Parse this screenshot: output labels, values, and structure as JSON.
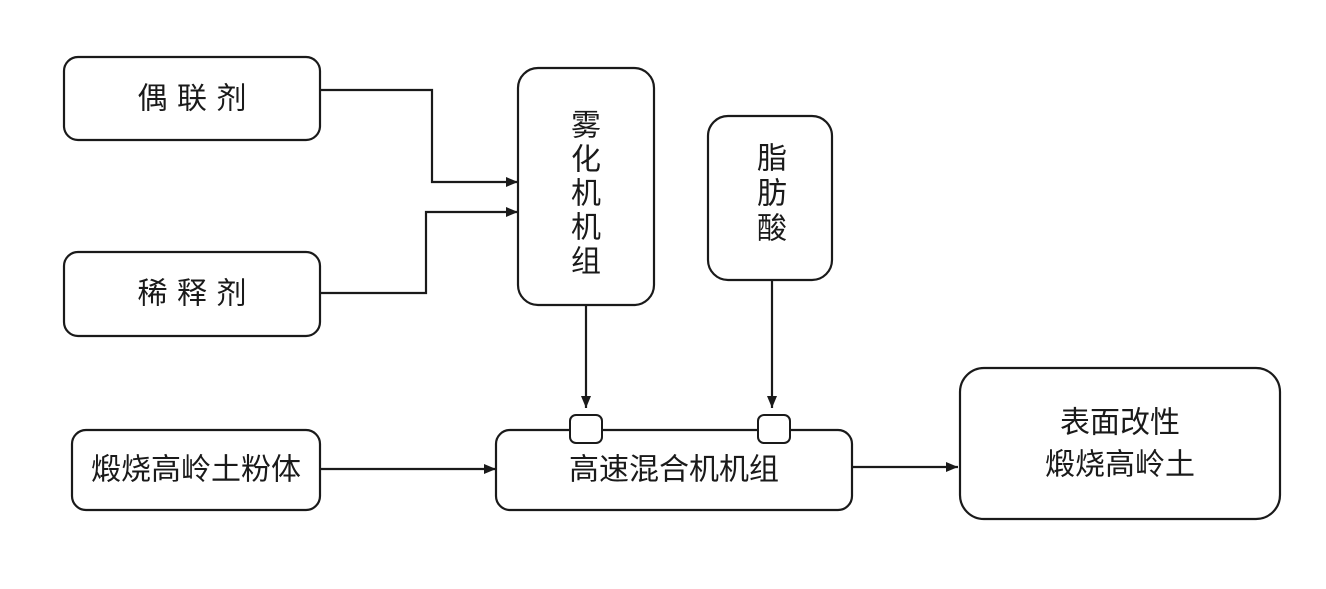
{
  "diagram": {
    "nodes": {
      "coupling_agent": "偶 联 剂",
      "diluent": "稀 释 剂",
      "atomizer_unit": [
        "雾",
        "化",
        "机",
        "机",
        "组"
      ],
      "fatty_acid": [
        "脂",
        "肪",
        "酸"
      ],
      "calcined_kaolin_powder": "煅烧高岭土粉体",
      "high_speed_mixer_unit": "高速混合机机组",
      "surface_modified_kaolin": [
        "表面改性",
        "煅烧高岭土"
      ]
    },
    "edges": [
      {
        "from": "coupling_agent",
        "to": "atomizer_unit"
      },
      {
        "from": "diluent",
        "to": "atomizer_unit"
      },
      {
        "from": "atomizer_unit",
        "to": "high_speed_mixer_unit"
      },
      {
        "from": "fatty_acid",
        "to": "high_speed_mixer_unit"
      },
      {
        "from": "calcined_kaolin_powder",
        "to": "high_speed_mixer_unit"
      },
      {
        "from": "high_speed_mixer_unit",
        "to": "surface_modified_kaolin"
      }
    ],
    "colors": {
      "stroke": "#1a1a1a",
      "background": "#ffffff"
    }
  }
}
